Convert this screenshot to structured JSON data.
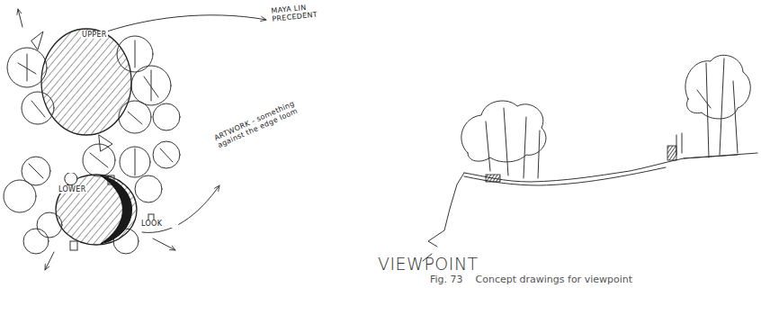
{
  "diagram": {
    "title": "VIEWPOINT",
    "caption": "Fig. 73    Concept drawings for viewpoint",
    "nodes": [
      {
        "text": [
          "UPPER"
        ]
      },
      {
        "text": [
          "LOWER"
        ]
      }
    ],
    "labels": [
      "MAYA LIN PRECEDENT",
      "ARTWORK - something against the edge loom",
      "LOOK"
    ]
  }
}
